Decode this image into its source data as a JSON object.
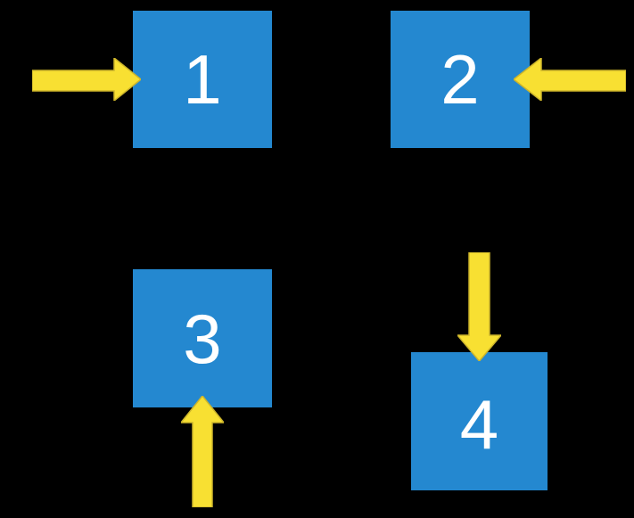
{
  "diagram": {
    "description": "Four numbered squares, each pointed at by a block arrow",
    "colors": {
      "background": "#000000",
      "box": "#2488d0",
      "arrow": "#f8e032",
      "arrow_outline": "#cdb52b",
      "number": "#ffffff"
    },
    "boxes": [
      {
        "label": "1",
        "arrow_direction": "right",
        "arrow_position": "left-of-box"
      },
      {
        "label": "2",
        "arrow_direction": "left",
        "arrow_position": "right-of-box"
      },
      {
        "label": "3",
        "arrow_direction": "up",
        "arrow_position": "below-box"
      },
      {
        "label": "4",
        "arrow_direction": "down",
        "arrow_position": "above-box"
      }
    ]
  }
}
